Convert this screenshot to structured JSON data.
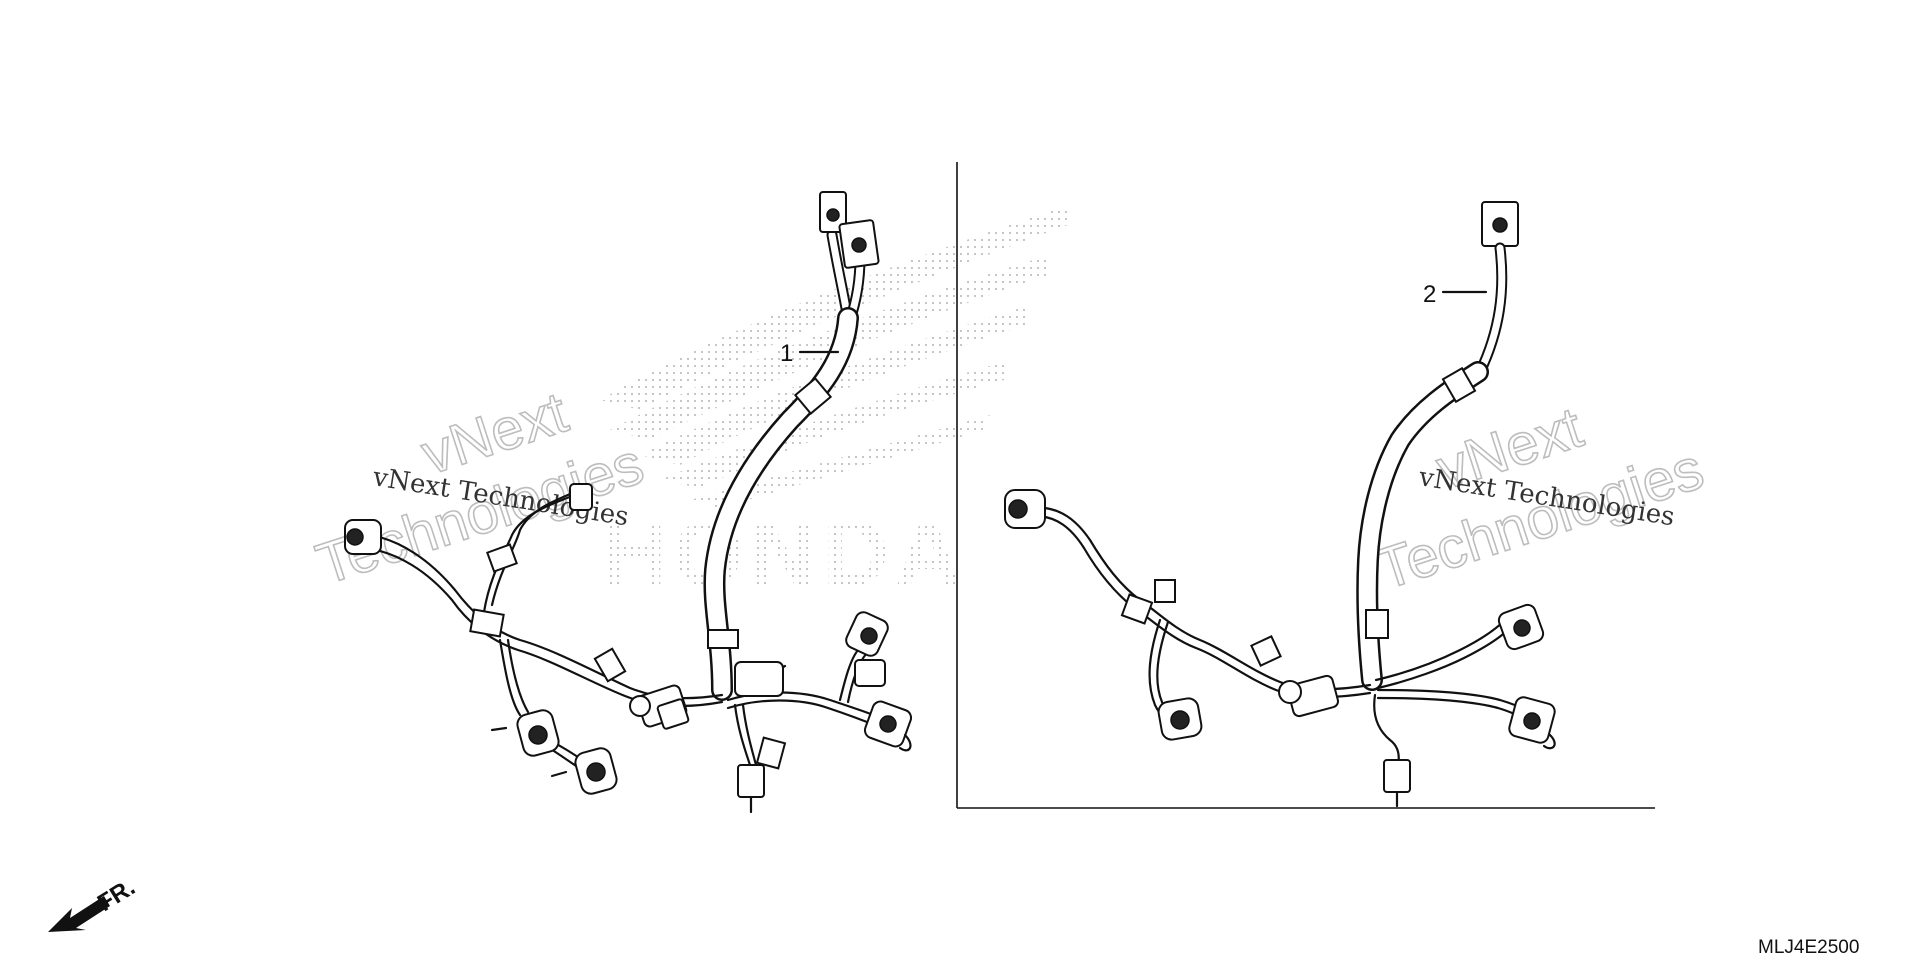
{
  "callouts": [
    {
      "id": "1"
    },
    {
      "id": "2"
    }
  ],
  "watermark": {
    "line1": "vNext",
    "line2": "Technologies",
    "serif": "vNext Technologies"
  },
  "direction_label": "FR.",
  "diagram_code": "MLJ4E2500",
  "logo_text": "HONDA",
  "colors": {
    "ink": "#111111",
    "dots": "#bdbdbd",
    "background": "#ffffff"
  }
}
